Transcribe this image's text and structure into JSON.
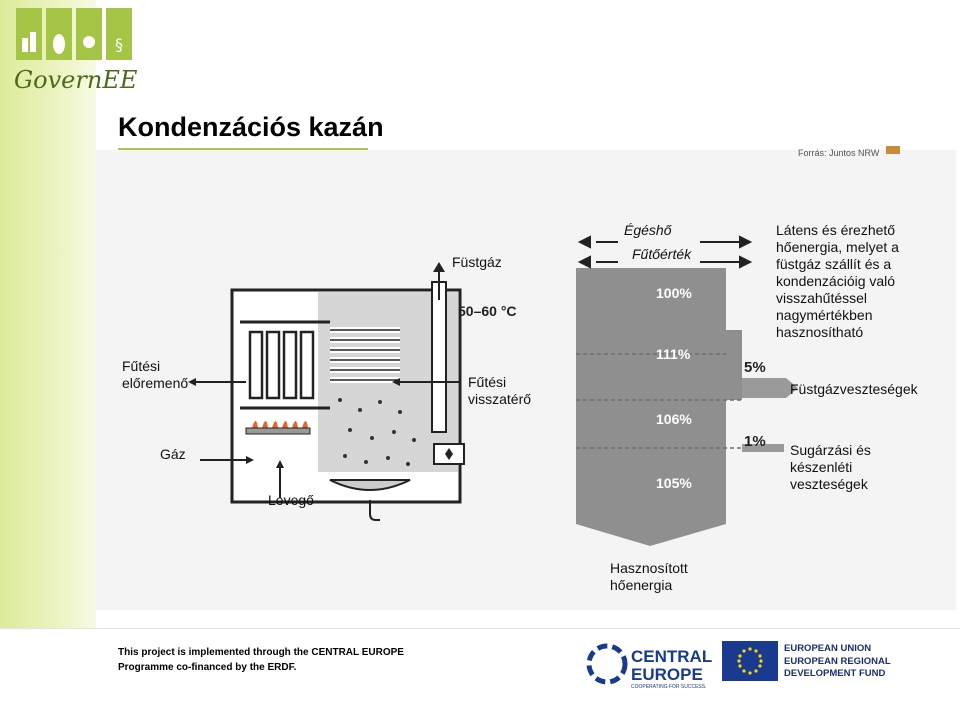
{
  "brand": {
    "logo_text": "GovernEE"
  },
  "slide": {
    "title": "Kondenzációs kazán",
    "source": "Forrás: Juntos NRW"
  },
  "labels": {
    "futesi_eloremeno": "Fűtési\nelőremenő",
    "gaz": "Gáz",
    "levego": "Levegő",
    "fustgaz": "Füstgáz",
    "futesi_visszatero": "Fűtési\nvisszatérő",
    "temp": "50–60 °C",
    "egeshő": "Égéshő",
    "futoertek": "Fűtőérték",
    "pct_100": "100%",
    "pct_111": "111%",
    "pct_106": "106%",
    "pct_105": "105%",
    "pct_5": "5%",
    "pct_1": "1%",
    "latens": "Látens és érezhető\nhőenergia, melyet a\nfüstgáz szállít és a\nkondenzációig való\nvisszahűtéssel\nnagymértékben\nhasznosítható",
    "fustgaz_veszteseg": "Füstgázveszteségek",
    "sugarzasi": "Sugárzási és\nkészenléti\nveszteségek",
    "hasznositott": "Hasznosított\nhőenergia"
  },
  "footer": {
    "project_text": "This project is implemented through the CENTRAL EUROPE\nProgramme co-financed by the ERDF.",
    "ce_line1": "CENTRAL",
    "ce_line2": "EUROPE",
    "ce_tagline": "COOPERATING FOR SUCCESS.",
    "eu_text": "EUROPEAN UNION\nEUROPEAN REGIONAL\nDEVELOPMENT FUND"
  },
  "colors": {
    "accent": "#a9c84a",
    "bar_gray": "#8f8f8f",
    "panel_bg": "#f4f4f4",
    "eu_blue": "#1a3a8f"
  }
}
